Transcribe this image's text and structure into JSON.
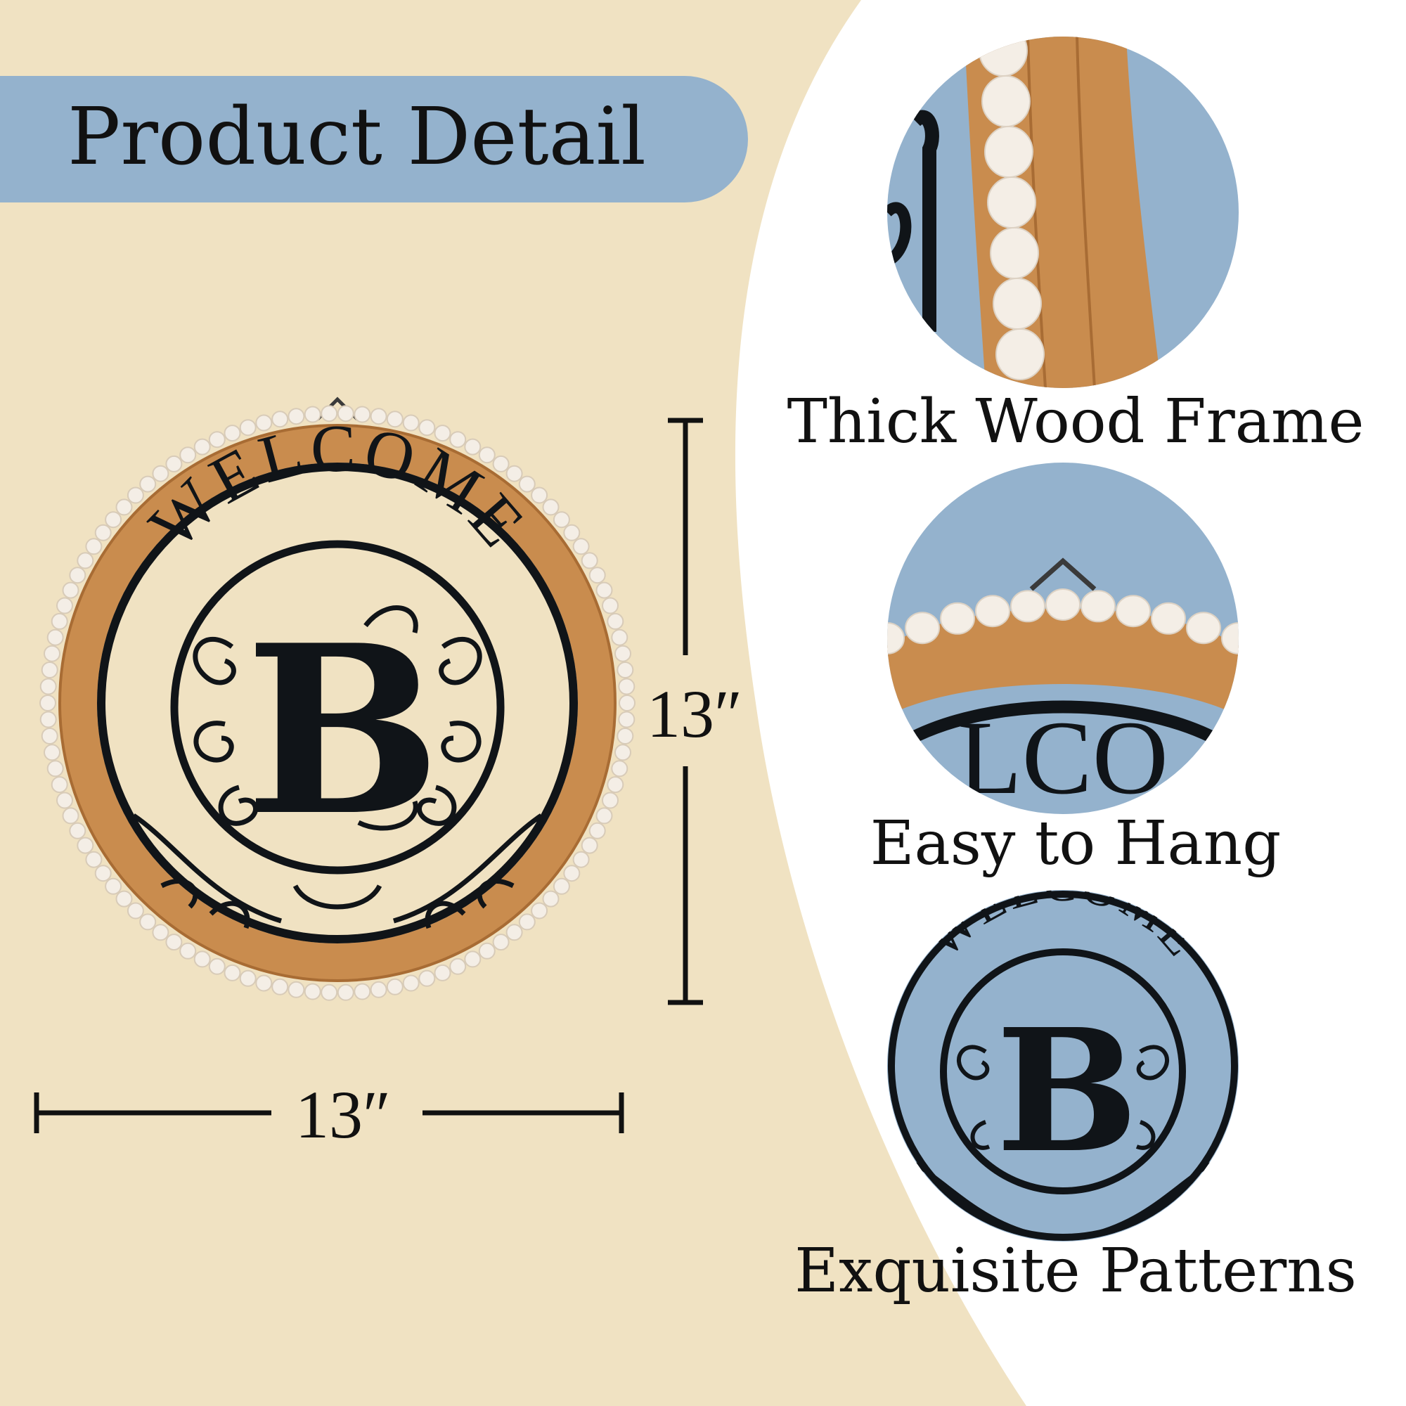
{
  "header": {
    "title": "Product Detail"
  },
  "dimensions": {
    "height": "13″",
    "width": "13″"
  },
  "product": {
    "sign_word": "WELCOME",
    "monogram": "B"
  },
  "features": [
    {
      "caption": "Thick Wood Frame",
      "icon": "wood-frame-closeup"
    },
    {
      "caption": "Easy to Hang",
      "icon": "hanging-wire-closeup"
    },
    {
      "caption": "Exquisite Patterns",
      "icon": "monogram-pattern-closeup"
    }
  ],
  "colors": {
    "background_left": "#f0e2c2",
    "background_right": "#ffffff",
    "banner": "#94b2cd",
    "feature_circle": "#94b2cd",
    "wood": "#c98c4e",
    "beads": "#f4eee6",
    "metal": "#101418"
  }
}
